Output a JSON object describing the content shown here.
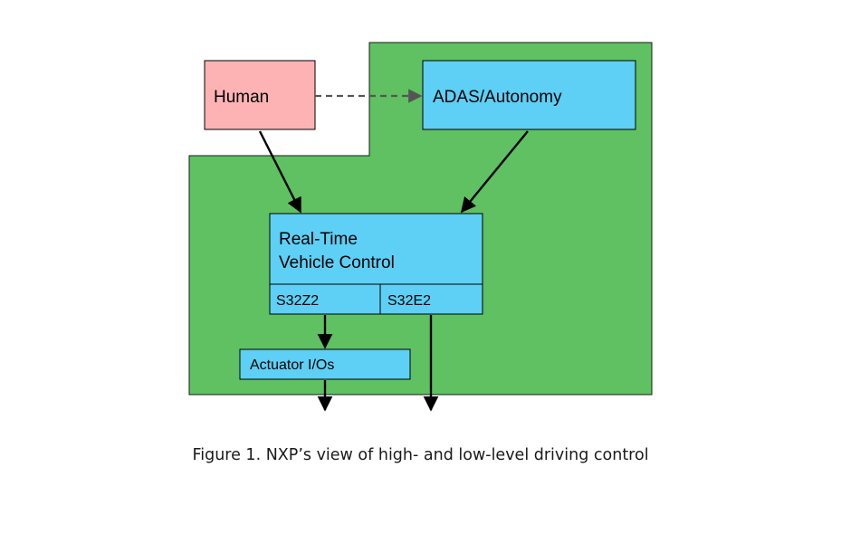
{
  "diagram": {
    "nodes": {
      "human": "Human",
      "adas": "ADAS/Autonomy",
      "realtime_line1": "Real-Time",
      "realtime_line2": "Vehicle Control",
      "s32z2": "S32Z2",
      "s32e2": "S32E2",
      "actuator": "Actuator I/Os"
    },
    "colors": {
      "region": "#5fc161",
      "blue_box": "#5ecff5",
      "human_box": "#fdb3b4",
      "stroke": "#000000",
      "dashed": "#555555"
    }
  },
  "caption": "Figure 1. NXP’s view of high- and low-level driving control"
}
